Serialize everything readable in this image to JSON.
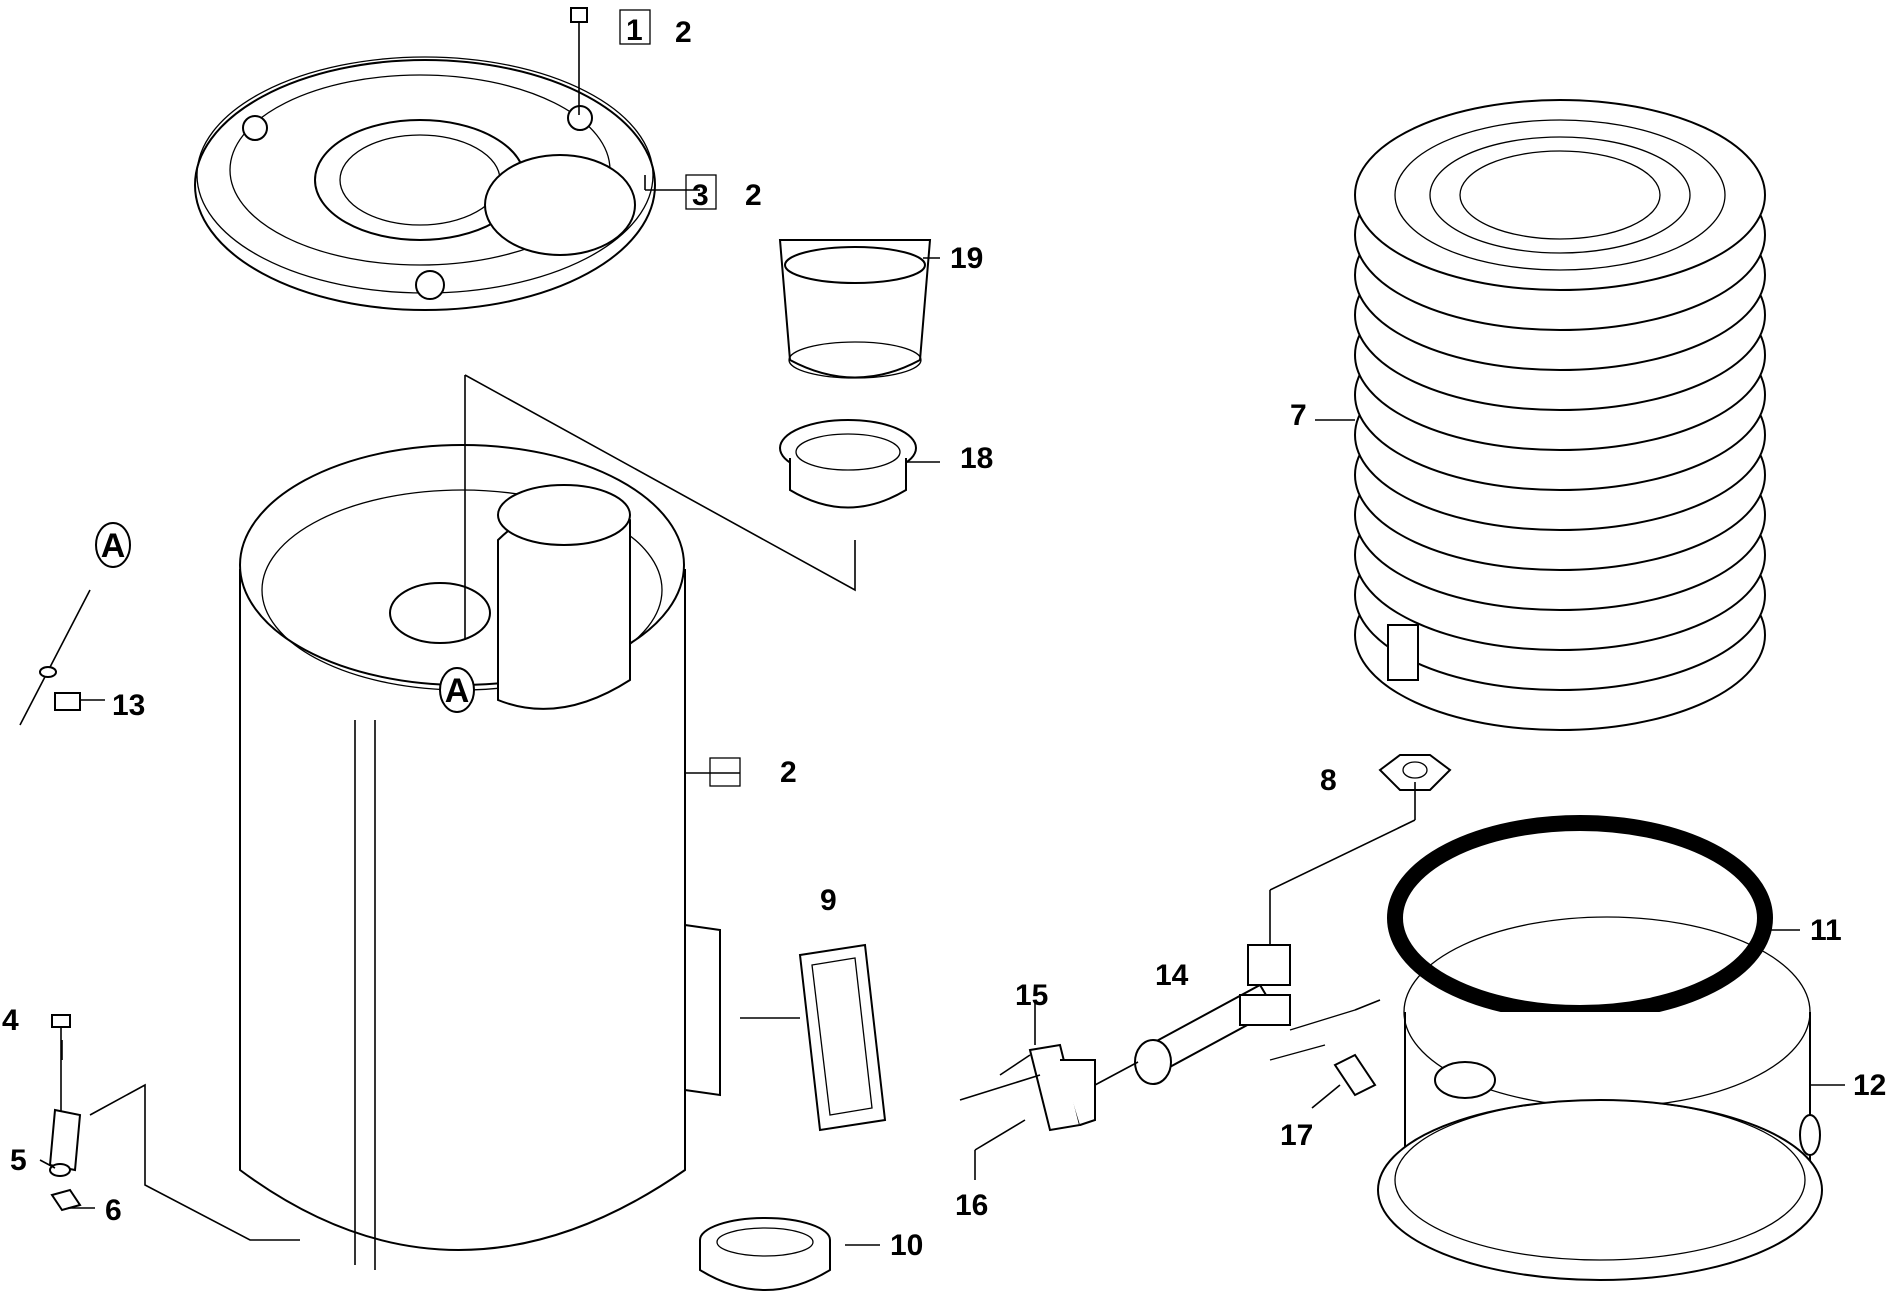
{
  "labels": {
    "l1": "1",
    "l1b": "2",
    "l3": "3",
    "l3b": "2",
    "l2": "2",
    "l4": "4",
    "l5": "5",
    "l6": "6",
    "l7": "7",
    "l8": "8",
    "l9": "9",
    "l10": "10",
    "l11": "11",
    "l12": "12",
    "l13": "13",
    "l14": "14",
    "l15": "15",
    "l16": "16",
    "l17": "17",
    "l18": "18",
    "l19": "19"
  },
  "refs": {
    "a1": "A",
    "a2": "A"
  }
}
